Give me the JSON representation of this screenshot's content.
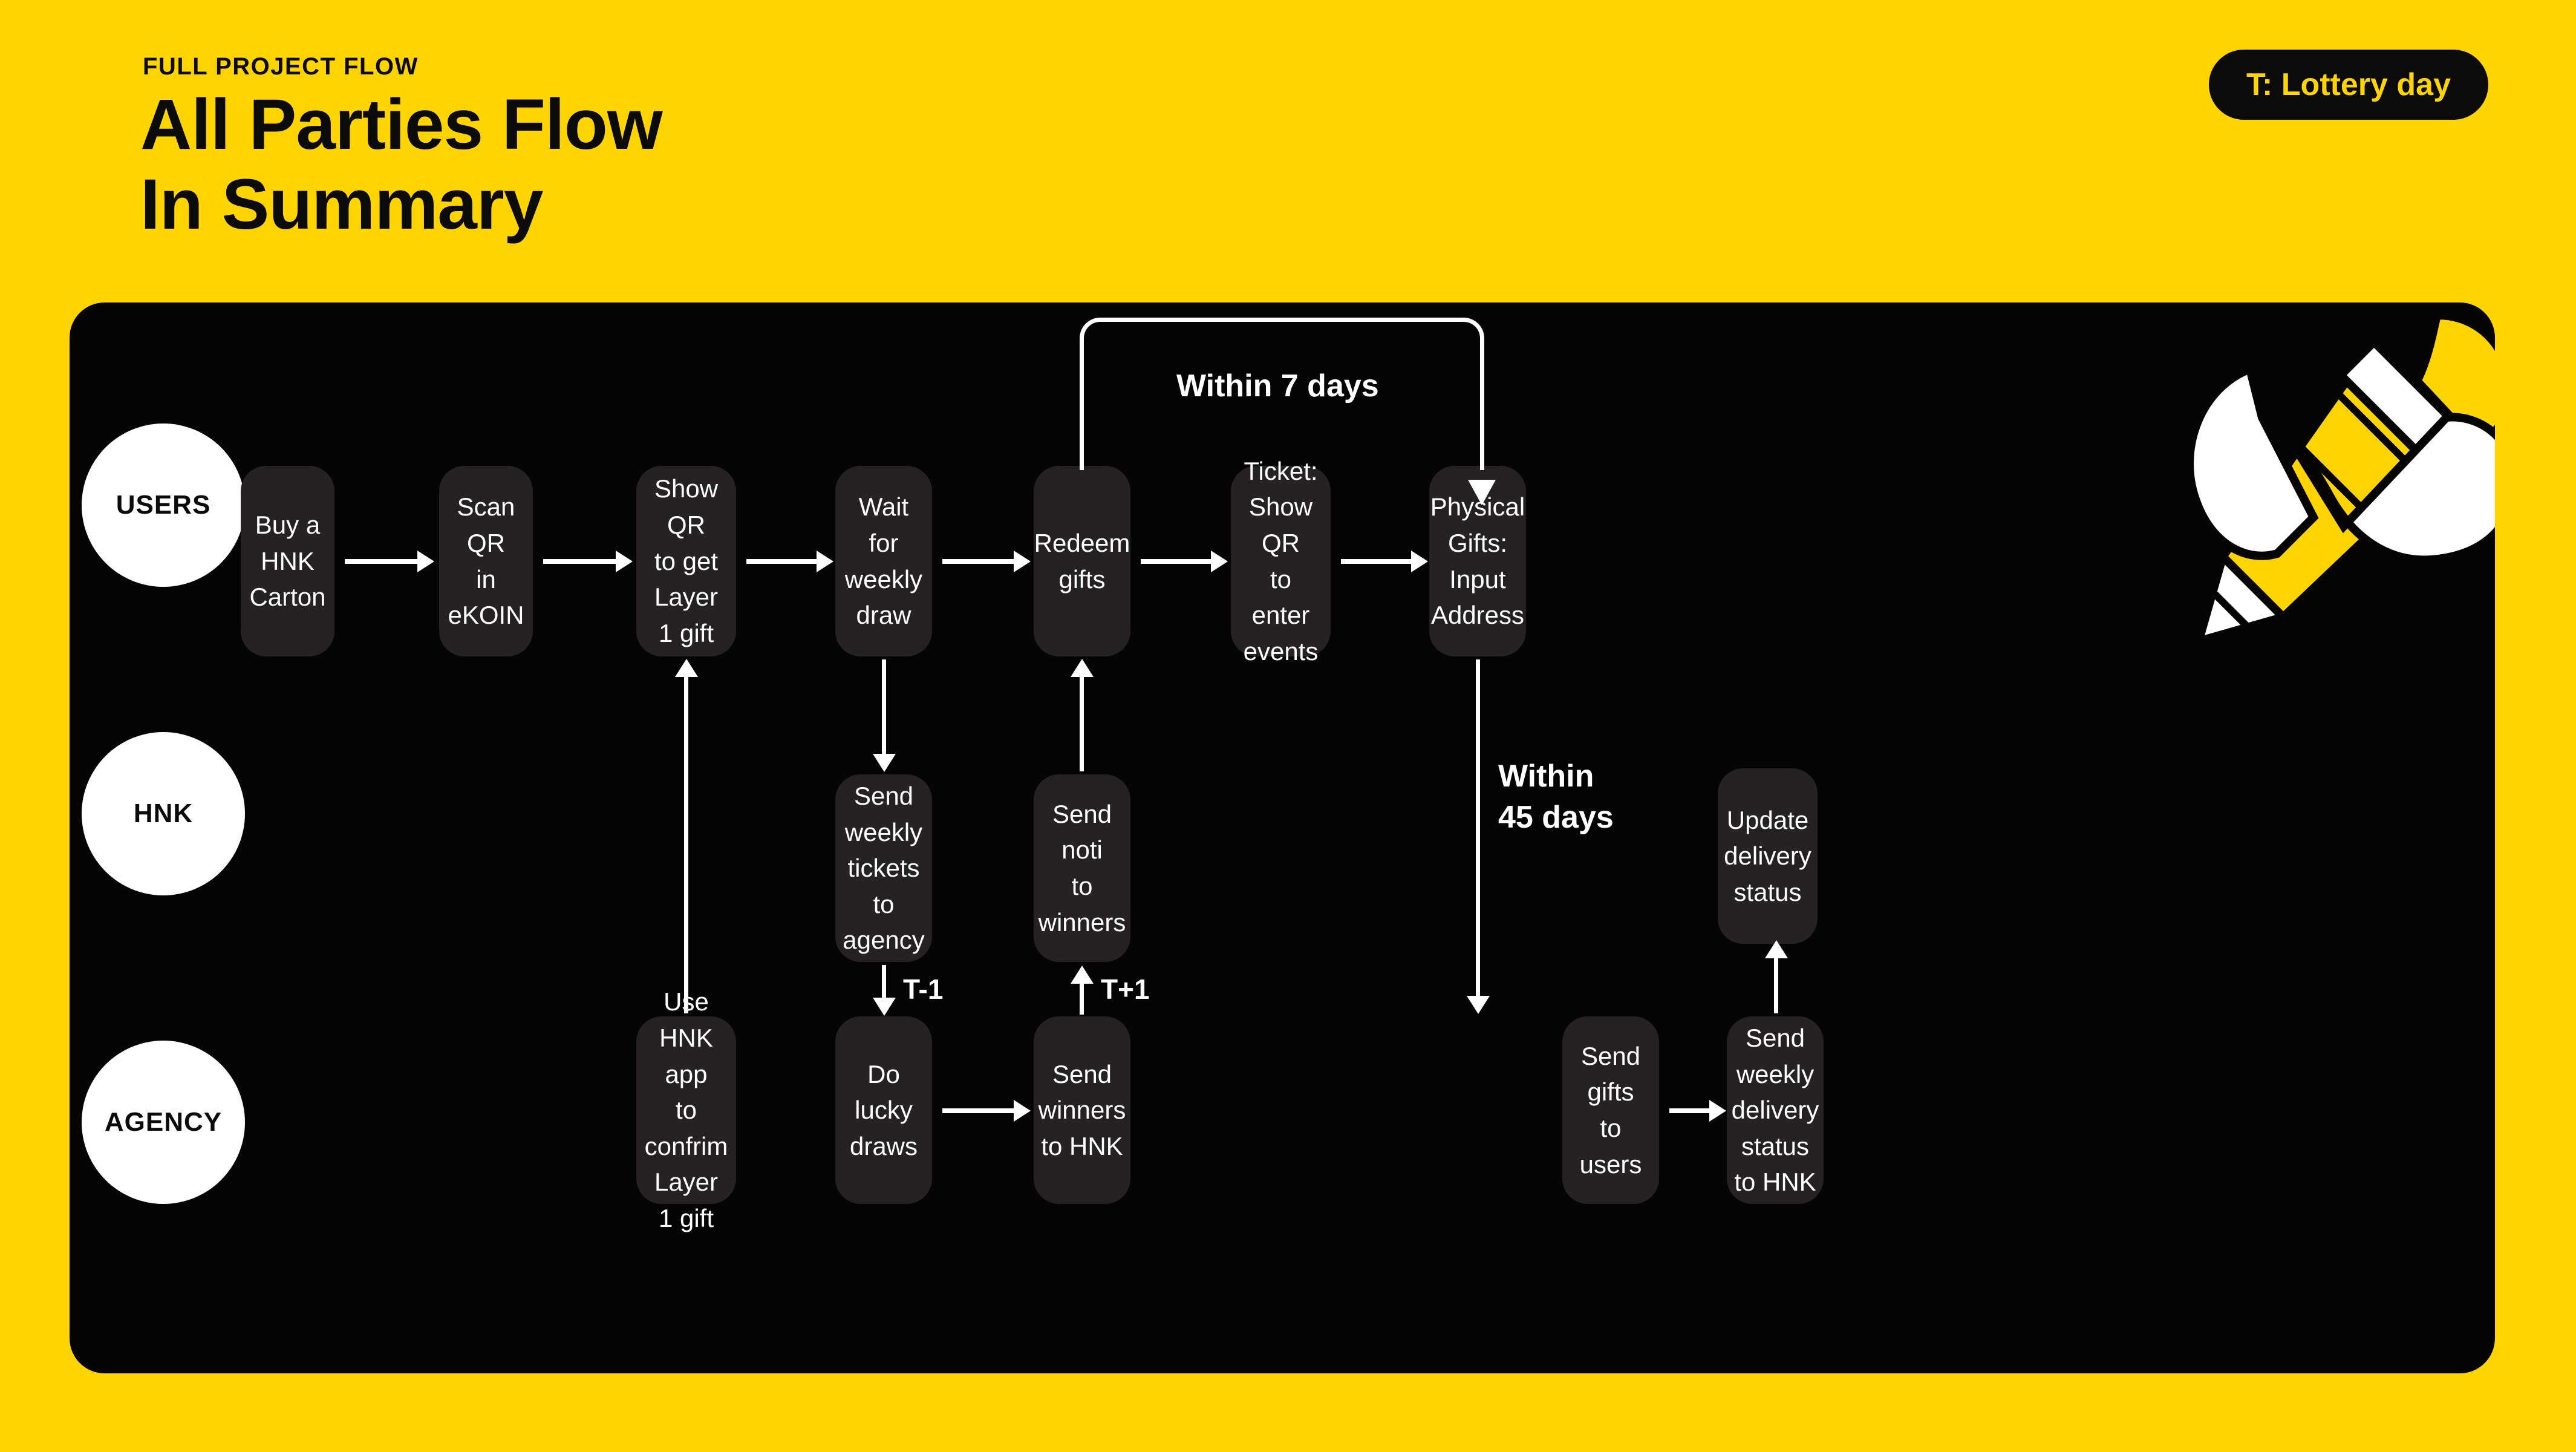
{
  "header": {
    "eyebrow": "FULL PROJECT FLOW",
    "title": "All Parties Flow\nIn Summary",
    "badge": "T: Lottery day"
  },
  "colors": {
    "background": "#FFD400",
    "panel": "#050505",
    "box": "#262122",
    "text": "#FFFFFF",
    "ink": "#0B0B0B"
  },
  "roles": [
    {
      "label": "USERS"
    },
    {
      "label": "HNK"
    },
    {
      "label": "AGENCY"
    }
  ],
  "boxes": {
    "users": [
      {
        "label": "Buy a\nHNK\nCarton"
      },
      {
        "label": "Scan\nQR\nin eKOIN"
      },
      {
        "label": "Show QR\nto get\nLayer 1 gift"
      },
      {
        "label": "Wait\nfor weekly\ndraw"
      },
      {
        "label": "Redeem\ngifts"
      },
      {
        "label": "Ticket:\nShow QR\nto enter\nevents"
      },
      {
        "label": "Physical\nGifts:\nInput\nAddress"
      }
    ],
    "hnk": [
      {
        "label": "Send\nweekly\ntickets\nto agency"
      },
      {
        "label": "Send noti\nto winners"
      },
      {
        "label": "Update\ndelivery\nstatus"
      }
    ],
    "agency": [
      {
        "label": "Use\nHNK app\nto confrim\nLayer 1 gift"
      },
      {
        "label": "Do\nlucky\ndraws"
      },
      {
        "label": "Send\nwinners\nto HNK"
      },
      {
        "label": "Send\ngifts\nto users"
      },
      {
        "label": "Send\nweekly\ndelivery\nstatus\nto HNK"
      }
    ]
  },
  "annotations": {
    "within_7_days": "Within 7 days",
    "within_45_days": "Within\n45 days",
    "t_minus_1": "T-1",
    "t_plus_1": "T+1"
  },
  "decor": {
    "pencil": "hand-writing-pencil-illustration"
  }
}
